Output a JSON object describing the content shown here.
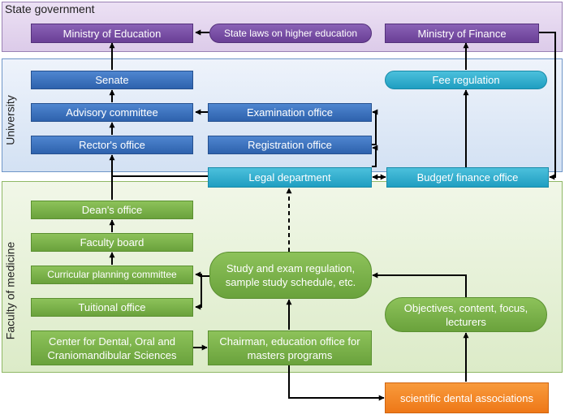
{
  "regions": {
    "state": "State government",
    "university": "University",
    "faculty": "Faculty of medicine"
  },
  "nodes": {
    "ministry_education": "Ministry of Education",
    "state_laws": "State laws on higher education",
    "ministry_finance": "Ministry of Finance",
    "senate": "Senate",
    "fee_regulation": "Fee regulation",
    "advisory_committee": "Advisory committee",
    "examination_office": "Examination office",
    "rectors_office": "Rector's office",
    "registration_office": "Registration office",
    "legal_department": "Legal department",
    "budget_office": "Budget/ finance office",
    "deans_office": "Dean's office",
    "faculty_board": "Faculty board",
    "curricular_committee": "Curricular planning committee",
    "study_regulation": "Study and exam regulation, sample study schedule, etc.",
    "tuitional_office": "Tuitional office",
    "objectives": "Objectives, content, focus, lecturers",
    "center_dental": "Center for Dental, Oral and Craniomandibular Sciences",
    "chairman": "Chairman, education office for masters programs",
    "scientific_associations": "scientific dental associations"
  },
  "colors": {
    "state_region": "#dccbe9",
    "university_region": "#d3e1f3",
    "faculty_region": "#dcebc8",
    "purple_node": "#6a3f96",
    "blue_node": "#2e62ad",
    "teal_node": "#1f9ec1",
    "green_node": "#6aa23c",
    "orange_node": "#ee7818",
    "arrow": "#000000"
  }
}
